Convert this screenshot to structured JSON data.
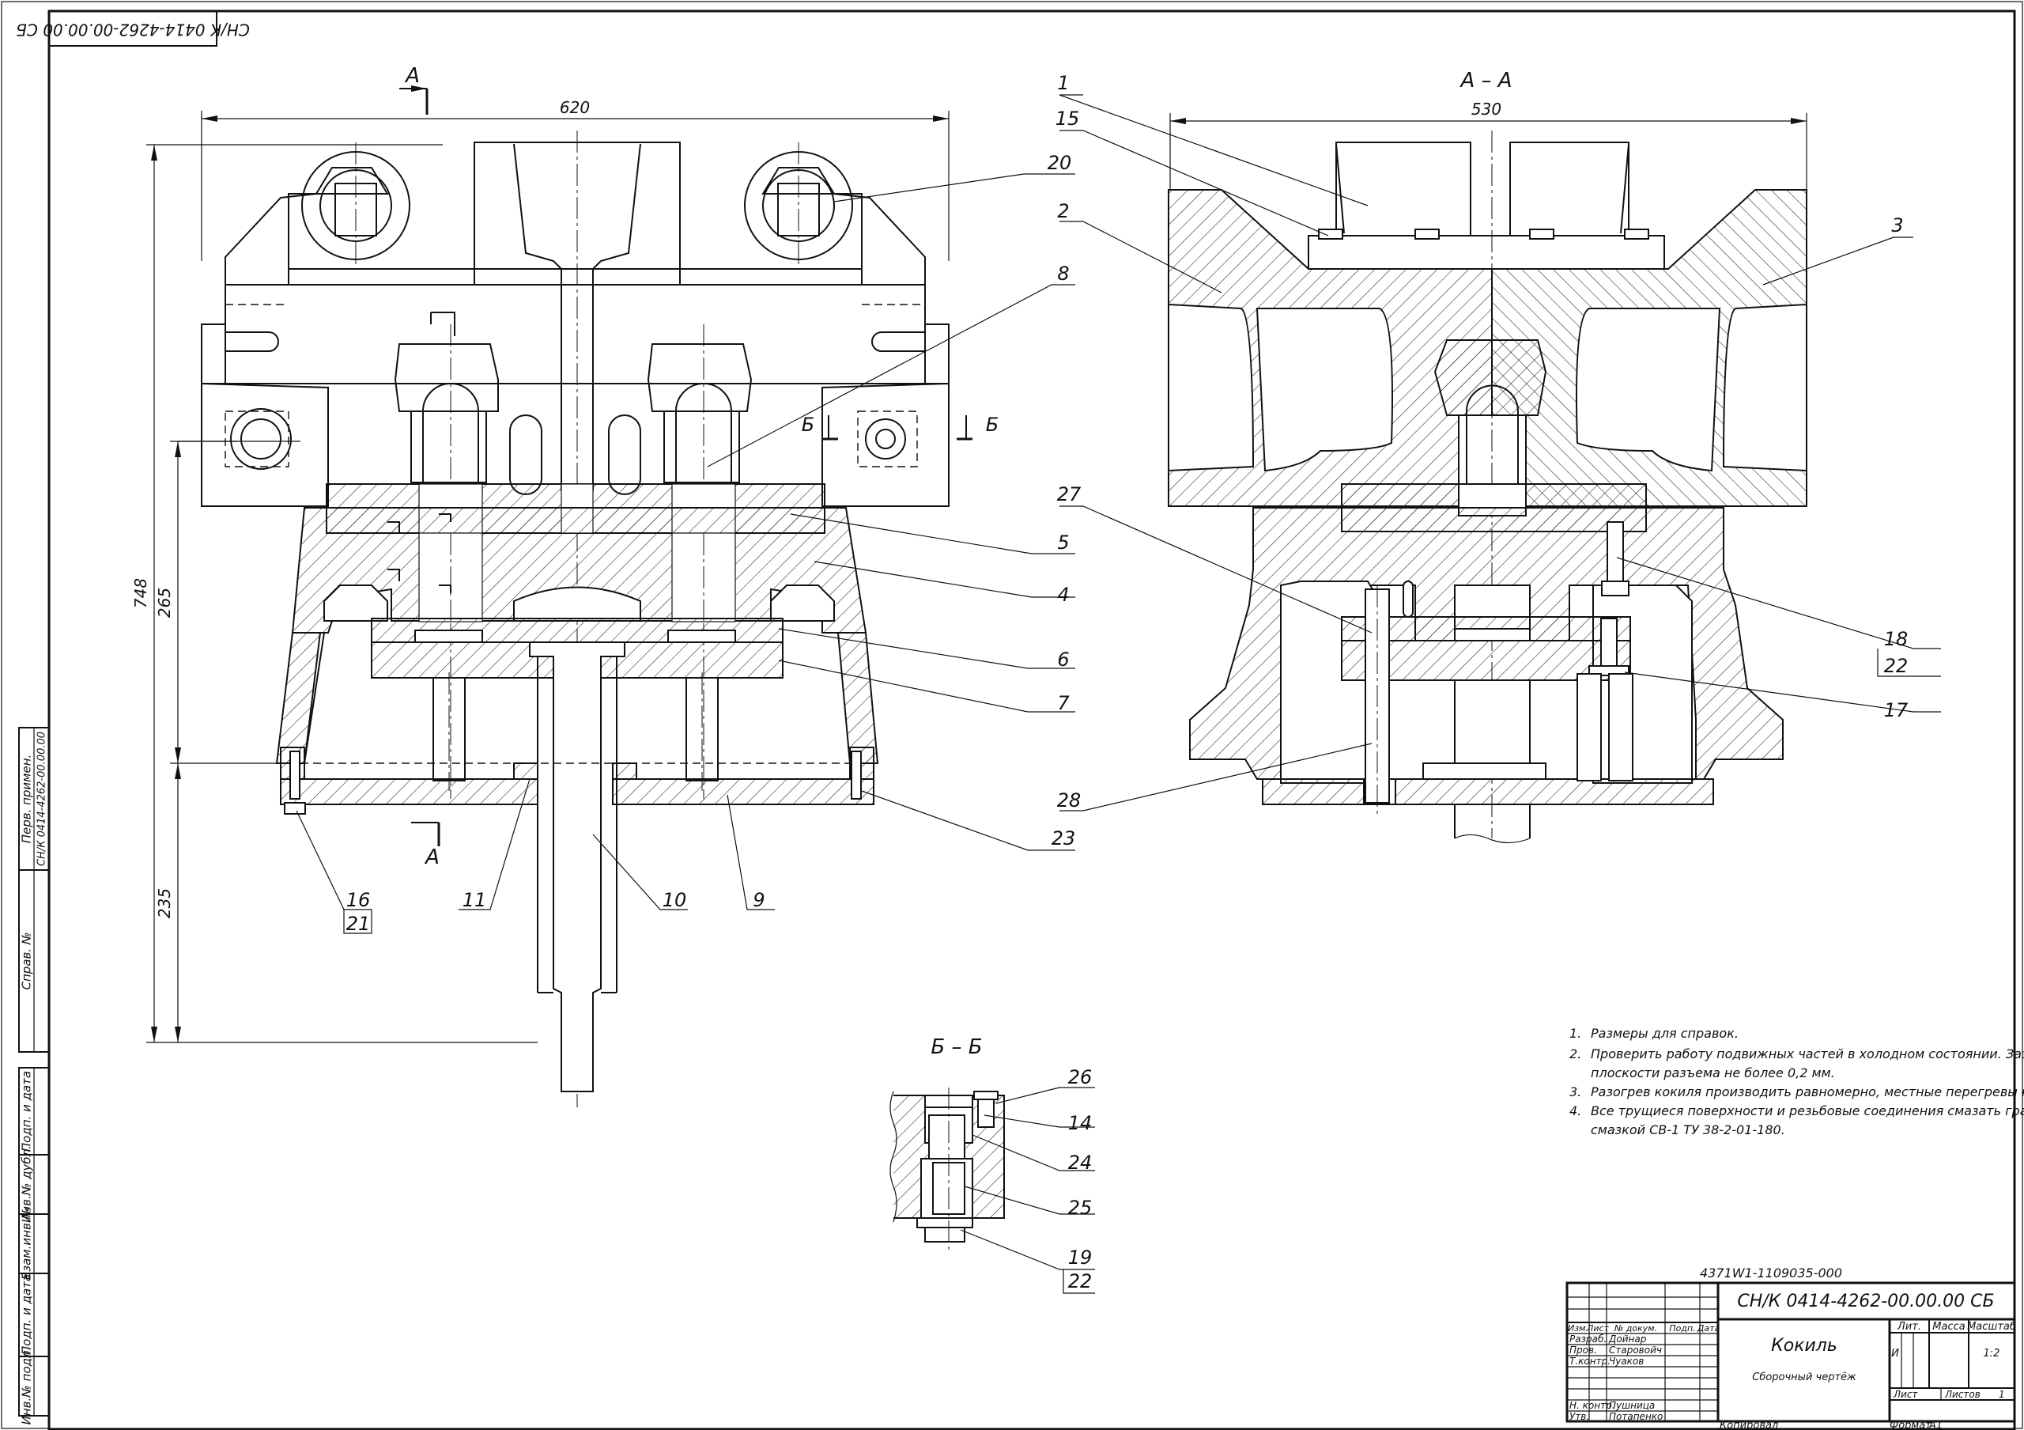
{
  "frame": {
    "stamp_code": "СН/К 0414-4262-00.00.00 СБ"
  },
  "views": {
    "section_aa_label": "А – А",
    "section_bb_label": "Б – Б",
    "cut_a": "А",
    "cut_b": "Б"
  },
  "dimensions": {
    "front_width": "620",
    "section_width": "530",
    "overall_height": "748",
    "upper_height": "265",
    "lower_height": "235"
  },
  "callouts": {
    "front": [
      "20",
      "8",
      "5",
      "4",
      "6",
      "7",
      "23",
      "9",
      "10",
      "11",
      "16",
      "21"
    ],
    "section_aa": [
      "1",
      "15",
      "2",
      "3",
      "27",
      "18",
      "22",
      "17",
      "28"
    ],
    "section_bb": [
      "26",
      "14",
      "24",
      "25",
      "19",
      "22"
    ]
  },
  "notes": [
    {
      "num": "1.",
      "text": "Размеры для справок."
    },
    {
      "num": "2.",
      "text": "Проверить работу подвижных частей в холодном состоянии. Зазоры в"
    },
    {
      "num": "",
      "text": "плоскости разъема не более 0,2 мм."
    },
    {
      "num": "3.",
      "text": "Разогрев кокиля производить равномерно, местные перегревы не допускаются."
    },
    {
      "num": "4.",
      "text": "Все трущиеся поверхности и резьбовые соединения смазать графитной"
    },
    {
      "num": "",
      "text": "смазкой СВ-1 ТУ 38-2-01-180."
    }
  ],
  "title_block": {
    "top_code": "4371W1-1109035-000",
    "designation": "СН/К 0414-4262-00.00.00 СБ",
    "product_name": "Кокиль",
    "doc_type": "Сборочный чертёж",
    "col_izm": "Изм.",
    "col_list": "Лист",
    "col_doc": "№ докум.",
    "col_sign": "Подп.",
    "col_date": "Дата",
    "roles": [
      {
        "role": "Разраб.",
        "name": "Дойнар"
      },
      {
        "role": "Пров.",
        "name": "Старовойч"
      },
      {
        "role": "Т.контр.",
        "name": "Чуаков"
      },
      {
        "role": "",
        "name": ""
      },
      {
        "role": "Н. контр.",
        "name": "Пушница"
      },
      {
        "role": "Утв.",
        "name": "Потапенко"
      }
    ],
    "lit_label": "Лит.",
    "mass_label": "Масса",
    "scale_label": "Масштаб",
    "lit_value": "И",
    "scale_value": "1:2",
    "sheet_label": "Лист",
    "sheets_label": "Листов",
    "sheets_value": "1",
    "copied_label": "Копировал",
    "format_label": "Формат",
    "format_value": "А1"
  },
  "side_strip": {
    "perv_primen": "Перв. примен.",
    "perv_code": "СН/К 0414-4262-00.00.00",
    "sprav": "Справ. №",
    "podp_data_1": "Подп. и дата",
    "inv_dubl": "Инв.№ дубл.",
    "vzam_inv": "Взам.инв.№",
    "podp_data_2": "Подп. и дата",
    "inv_podl": "Инв.№ подл."
  }
}
